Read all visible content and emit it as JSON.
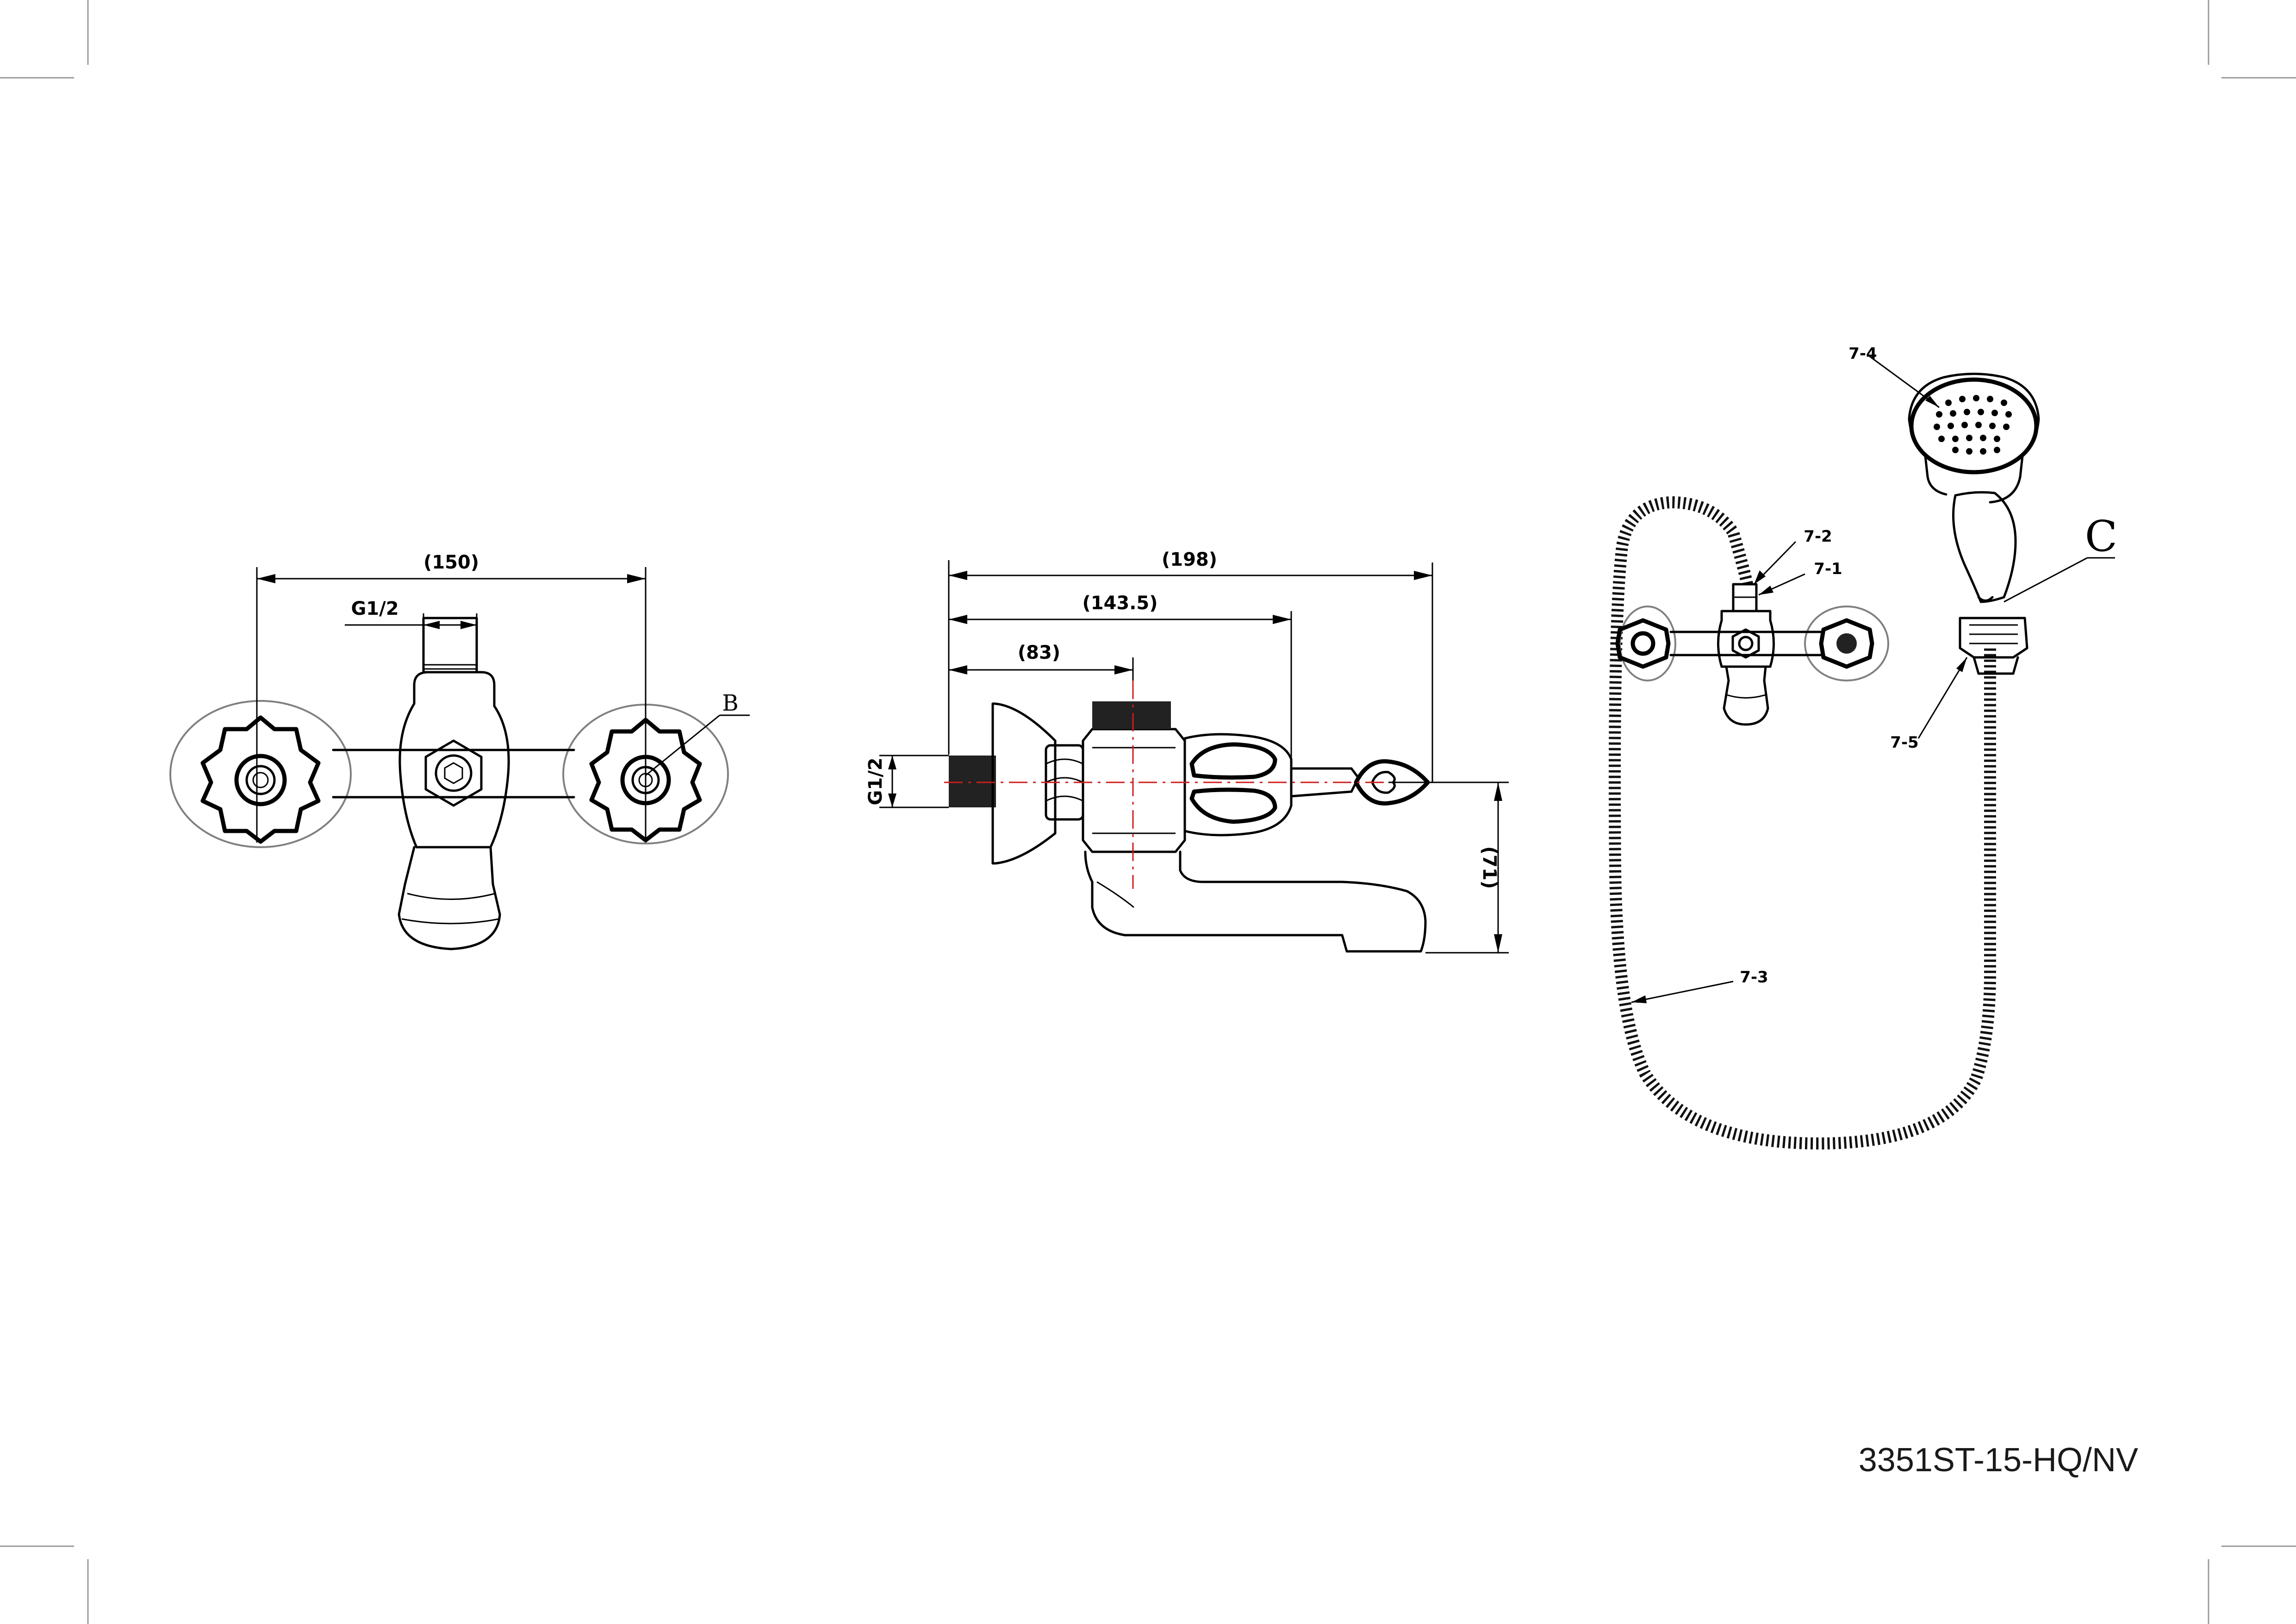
{
  "colors": {
    "line": "#000000",
    "centerline": "#d01c1c",
    "outline_gray": "#808080",
    "crop_marks": "#9a9a9a",
    "background": "#ffffff"
  },
  "front_view": {
    "width_dim": "(150)",
    "thread_label": "G1/2",
    "callout": "B"
  },
  "side_view": {
    "total_length": "(198)",
    "length_to_lever": "(143.5)",
    "length_to_outlet": "(83)",
    "height": "(71)",
    "thread_label": "G1/2"
  },
  "set_view": {
    "parts": {
      "p7_1": "7-1",
      "p7_2": "7-2",
      "p7_3": "7-3",
      "p7_4": "7-4",
      "p7_5": "7-5"
    },
    "callout": "C"
  },
  "model_number": "3351ST-15-HQ/NV"
}
